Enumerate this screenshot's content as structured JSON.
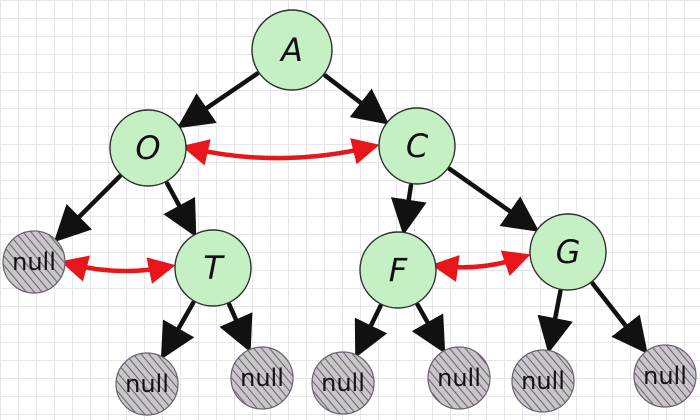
{
  "colors": {
    "node_fill": "#c5f0c3",
    "node_stroke": "#2f2f2f",
    "null_fill": "#b9b6b9",
    "null_hatch": "#6c5f72",
    "edge": "#111111",
    "sibling_link": "#e8161a"
  },
  "nodes": [
    {
      "id": "A",
      "label": "A",
      "kind": "node"
    },
    {
      "id": "O",
      "label": "O",
      "kind": "node"
    },
    {
      "id": "C",
      "label": "C",
      "kind": "node"
    },
    {
      "id": "n1",
      "label": "null",
      "kind": "null"
    },
    {
      "id": "T",
      "label": "T",
      "kind": "node"
    },
    {
      "id": "F",
      "label": "F",
      "kind": "node"
    },
    {
      "id": "G",
      "label": "G",
      "kind": "node"
    },
    {
      "id": "n2",
      "label": "null",
      "kind": "null"
    },
    {
      "id": "n3",
      "label": "null",
      "kind": "null"
    },
    {
      "id": "n4",
      "label": "null",
      "kind": "null"
    },
    {
      "id": "n5",
      "label": "null",
      "kind": "null"
    },
    {
      "id": "n6",
      "label": "null",
      "kind": "null"
    },
    {
      "id": "n7",
      "label": "null",
      "kind": "null"
    }
  ],
  "edges": [
    {
      "from": "A",
      "to": "O"
    },
    {
      "from": "A",
      "to": "C"
    },
    {
      "from": "O",
      "to": "n1"
    },
    {
      "from": "O",
      "to": "T"
    },
    {
      "from": "C",
      "to": "F"
    },
    {
      "from": "C",
      "to": "G"
    },
    {
      "from": "T",
      "to": "n2"
    },
    {
      "from": "T",
      "to": "n3"
    },
    {
      "from": "F",
      "to": "n4"
    },
    {
      "from": "F",
      "to": "n5"
    },
    {
      "from": "G",
      "to": "n6"
    },
    {
      "from": "G",
      "to": "n7"
    }
  ],
  "sibling_links": [
    {
      "from": "O",
      "to": "C"
    },
    {
      "from": "n1",
      "to": "T"
    },
    {
      "from": "F",
      "to": "G"
    }
  ]
}
